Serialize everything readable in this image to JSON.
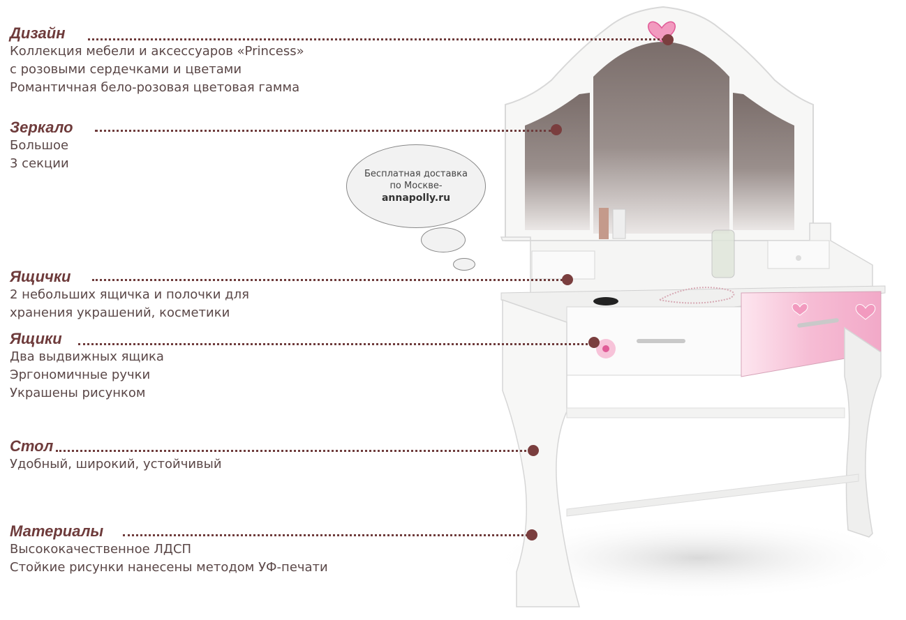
{
  "features": [
    {
      "title": "Дизайн",
      "lines": [
        "Коллекция мебели и аксессуаров «Princess»",
        "с розовыми сердечками и цветами",
        "Романтичная бело-розовая цветовая гамма"
      ]
    },
    {
      "title": "Зеркало",
      "lines": [
        "Большое",
        "3 секции"
      ]
    },
    {
      "title": "Ящички",
      "lines": [
        "2 небольших ящичка и полочки для",
        "хранения украшений, косметики"
      ]
    },
    {
      "title": "Ящики",
      "lines": [
        "Два выдвижных ящика",
        "Эргономичные ручки",
        "Украшены рисунком"
      ]
    },
    {
      "title": "Стол",
      "lines": [
        "Удобный, широкий, устойчивый"
      ]
    },
    {
      "title": "Материалы",
      "lines": [
        "Высококачественное ЛДСП",
        "Стойкие рисунки нанесены методом УФ-печати"
      ]
    }
  ],
  "delivery": {
    "line1": "Бесплатная доставка",
    "line2": "по Москве-",
    "site": "annapolly.ru"
  },
  "colors": {
    "accent": "#6e3b3b",
    "dot": "#7a3e3e",
    "pink": "#f4b6d0"
  }
}
